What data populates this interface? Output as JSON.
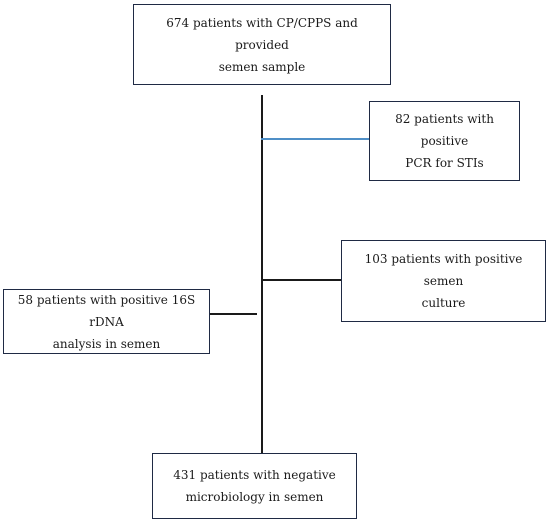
{
  "boxes": {
    "top": "674 patients with CP/CPPS and provided\nsemen sample",
    "pcr": "82 patients with positive\nPCR for STIs",
    "culture": "103 patients with positive semen\nculture",
    "rdna": "58 patients with positive 16S rDNA\nanalysis in semen",
    "negative": "431 patients with negative\nmicrobiology in semen"
  }
}
